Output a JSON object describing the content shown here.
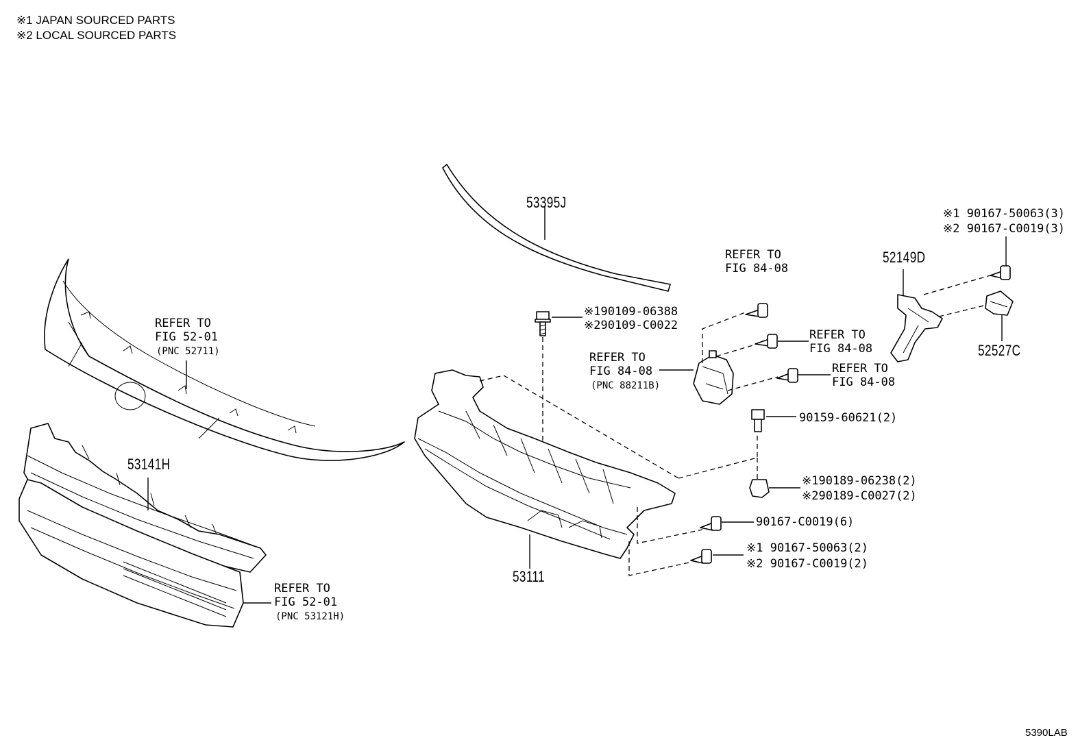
{
  "notes": [
    "※1 JAPAN SOURCED PARTS",
    "※2 LOCAL SOURCED PARTS"
  ],
  "labels": {
    "p53395J": "53395J",
    "p53141H": "53141H",
    "p53111": "53111",
    "p52149D": "52149D",
    "p52527C": "52527C",
    "refer_grille_upper": [
      "REFER TO",
      "FIG 52-01",
      "(PNC 52711)"
    ],
    "refer_grille_lower": [
      "REFER TO",
      "FIG 52-01",
      "(PNC 53121H)"
    ],
    "refer_module": [
      "REFER TO",
      "FIG 84-08",
      "(PNC 88211B)"
    ],
    "refer_bolt_top": [
      "REFER TO",
      "FIG 84-08"
    ],
    "refer_bolt_mid": [
      "REFER TO",
      "FIG 84-08"
    ],
    "refer_bolt_low": [
      "REFER TO",
      "FIG 84-08"
    ],
    "bolt_90109": [
      "※190109-06388",
      "※290109-C0022"
    ],
    "screw_52149D": [
      "※1 90167-50063(3)",
      "※2 90167-C0019(3)"
    ],
    "bolt_90159": "90159-60621(2)",
    "nut_90189": [
      "※190189-06238(2)",
      "※290189-C0027(2)"
    ],
    "screw_90167_6": "90167-C0019(6)",
    "screw_90167_2": [
      "※1 90167-50063(2)",
      "※2 90167-C0019(2)"
    ],
    "figure_code": "5390LAB"
  }
}
